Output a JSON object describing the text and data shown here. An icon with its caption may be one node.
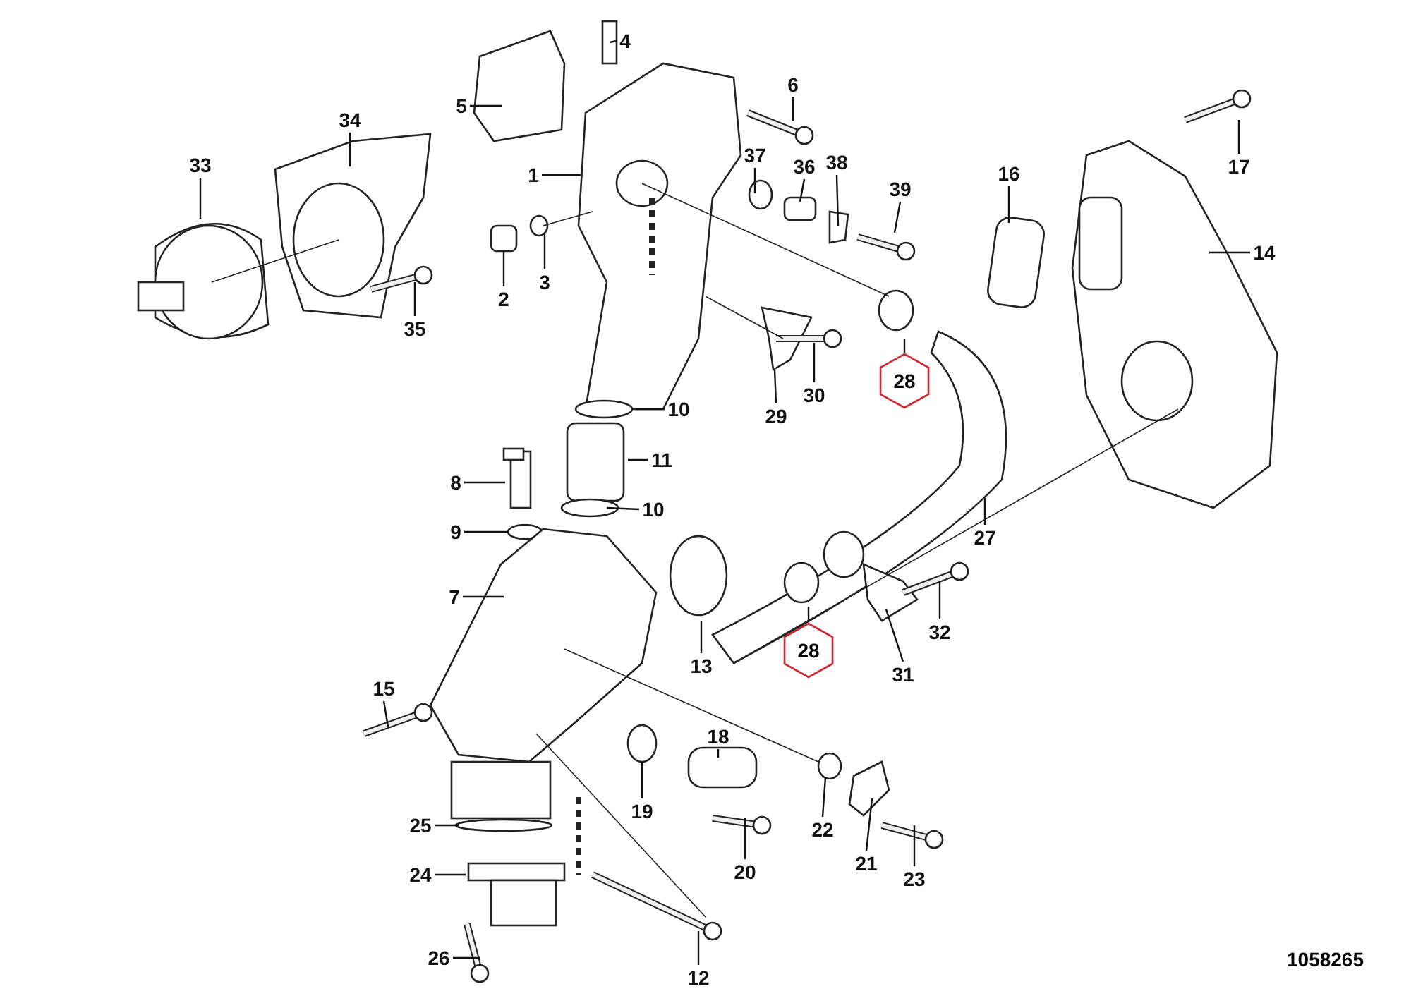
{
  "diagram": {
    "nodes": [
      {
        "text": [
          "4"
        ]
      },
      {
        "text": [
          "5"
        ]
      },
      {
        "text": [
          "6"
        ]
      },
      {
        "text": [
          "34"
        ]
      },
      {
        "text": [
          "33"
        ]
      },
      {
        "text": [
          "1"
        ]
      },
      {
        "text": [
          "37"
        ]
      },
      {
        "text": [
          "36"
        ]
      },
      {
        "text": [
          "38"
        ]
      },
      {
        "text": [
          "39"
        ]
      },
      {
        "text": [
          "3"
        ]
      },
      {
        "text": [
          "2"
        ]
      },
      {
        "text": [
          "35"
        ]
      },
      {
        "text": [
          "16"
        ]
      },
      {
        "text": [
          "17"
        ]
      },
      {
        "text": [
          "14"
        ]
      },
      {
        "text": [
          "28"
        ]
      },
      {
        "text": [
          "29"
        ]
      },
      {
        "text": [
          "30"
        ]
      },
      {
        "text": [
          "10"
        ]
      },
      {
        "text": [
          "11"
        ]
      },
      {
        "text": [
          "8"
        ]
      },
      {
        "text": [
          "10"
        ]
      },
      {
        "text": [
          "9"
        ]
      },
      {
        "text": [
          "7"
        ]
      },
      {
        "text": [
          "27"
        ]
      },
      {
        "text": [
          "13"
        ]
      },
      {
        "text": [
          "28"
        ]
      },
      {
        "text": [
          "31"
        ]
      },
      {
        "text": [
          "32"
        ]
      },
      {
        "text": [
          "15"
        ]
      },
      {
        "text": [
          "18"
        ]
      },
      {
        "text": [
          "19"
        ]
      },
      {
        "text": [
          "22"
        ]
      },
      {
        "text": [
          "21"
        ]
      },
      {
        "text": [
          "20"
        ]
      },
      {
        "text": [
          "23"
        ]
      },
      {
        "text": [
          "25"
        ]
      },
      {
        "text": [
          "24"
        ]
      },
      {
        "text": [
          "26"
        ]
      },
      {
        "text": [
          "12"
        ]
      }
    ],
    "edges": [
      {
        "from": 0,
        "to": null,
        "arrow": "none"
      },
      {
        "from": 1,
        "to": null,
        "arrow": "none"
      },
      {
        "from": 2,
        "to": null,
        "arrow": "none"
      },
      {
        "from": 3,
        "to": null,
        "arrow": "none"
      },
      {
        "from": 4,
        "to": null,
        "arrow": "none"
      },
      {
        "from": 5,
        "to": null,
        "arrow": "none"
      },
      {
        "from": 6,
        "to": null,
        "arrow": "none"
      },
      {
        "from": 7,
        "to": null,
        "arrow": "none"
      },
      {
        "from": 8,
        "to": null,
        "arrow": "none"
      },
      {
        "from": 9,
        "to": null,
        "arrow": "none"
      },
      {
        "from": 10,
        "to": null,
        "arrow": "none"
      },
      {
        "from": 11,
        "to": null,
        "arrow": "none"
      },
      {
        "from": 12,
        "to": null,
        "arrow": "none"
      },
      {
        "from": 13,
        "to": null,
        "arrow": "none"
      },
      {
        "from": 14,
        "to": null,
        "arrow": "none"
      },
      {
        "from": 15,
        "to": null,
        "arrow": "none"
      },
      {
        "from": 16,
        "to": null,
        "arrow": "none"
      },
      {
        "from": 17,
        "to": null,
        "arrow": "none"
      },
      {
        "from": 18,
        "to": null,
        "arrow": "none"
      },
      {
        "from": 19,
        "to": null,
        "arrow": "none"
      },
      {
        "from": 20,
        "to": null,
        "arrow": "none"
      },
      {
        "from": 21,
        "to": null,
        "arrow": "none"
      },
      {
        "from": 22,
        "to": null,
        "arrow": "none"
      },
      {
        "from": 23,
        "to": null,
        "arrow": "none"
      },
      {
        "from": 24,
        "to": null,
        "arrow": "none"
      },
      {
        "from": 25,
        "to": null,
        "arrow": "none"
      },
      {
        "from": 26,
        "to": null,
        "arrow": "none"
      },
      {
        "from": 27,
        "to": null,
        "arrow": "none"
      },
      {
        "from": 28,
        "to": null,
        "arrow": "none"
      },
      {
        "from": 29,
        "to": null,
        "arrow": "none"
      },
      {
        "from": 30,
        "to": null,
        "arrow": "none"
      },
      {
        "from": 31,
        "to": null,
        "arrow": "none"
      },
      {
        "from": 32,
        "to": null,
        "arrow": "none"
      },
      {
        "from": 33,
        "to": null,
        "arrow": "none"
      },
      {
        "from": 34,
        "to": null,
        "arrow": "none"
      },
      {
        "from": 35,
        "to": null,
        "arrow": "none"
      },
      {
        "from": 36,
        "to": null,
        "arrow": "none"
      },
      {
        "from": 37,
        "to": null,
        "arrow": "none"
      },
      {
        "from": 38,
        "to": null,
        "arrow": "none"
      },
      {
        "from": 39,
        "to": null,
        "arrow": "none"
      },
      {
        "from": 40,
        "to": null,
        "arrow": "none"
      }
    ],
    "labels": [
      "1058265"
    ]
  }
}
